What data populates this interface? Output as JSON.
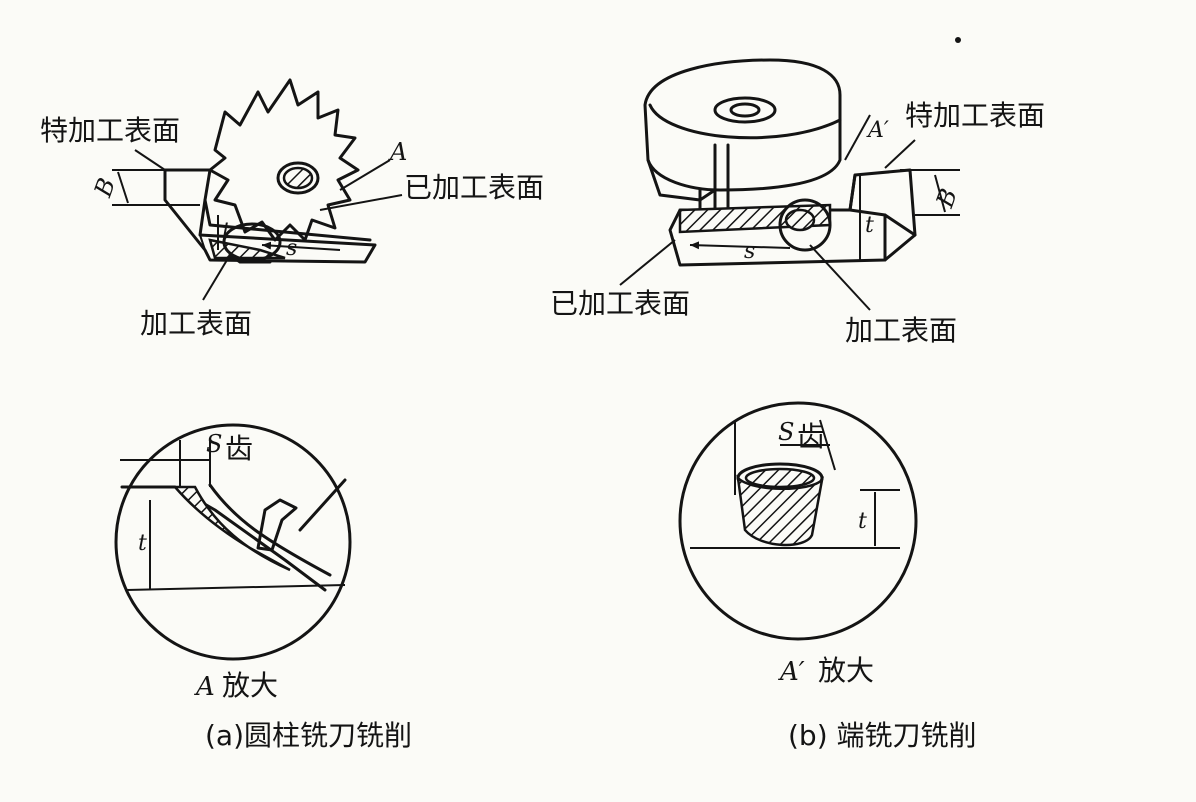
{
  "panel_a": {
    "label_to_machine": "特加工表面",
    "label_machined": "已加工表面",
    "label_machining": "加工表面",
    "sym_A": "A",
    "sym_B": "B",
    "sym_t": "t",
    "sym_s": "s",
    "zoom_sym_S": "S",
    "zoom_sub": "齿",
    "zoom_sym_t": "t",
    "zoom_caption_sym": "A",
    "zoom_caption": "放大",
    "caption": "(a)圆柱铣刀铣削"
  },
  "panel_b": {
    "label_to_machine": "特加工表面",
    "label_machined": "已加工表面",
    "label_machining": "加工表面",
    "sym_A": "A′",
    "sym_B": "B",
    "sym_t": "t",
    "sym_s": "s",
    "zoom_sym_S": "S",
    "zoom_sub": "齿",
    "zoom_sym_t": "t",
    "zoom_caption_sym": "A′",
    "zoom_caption": "放大",
    "caption": "(b) 端铣刀铣削"
  }
}
